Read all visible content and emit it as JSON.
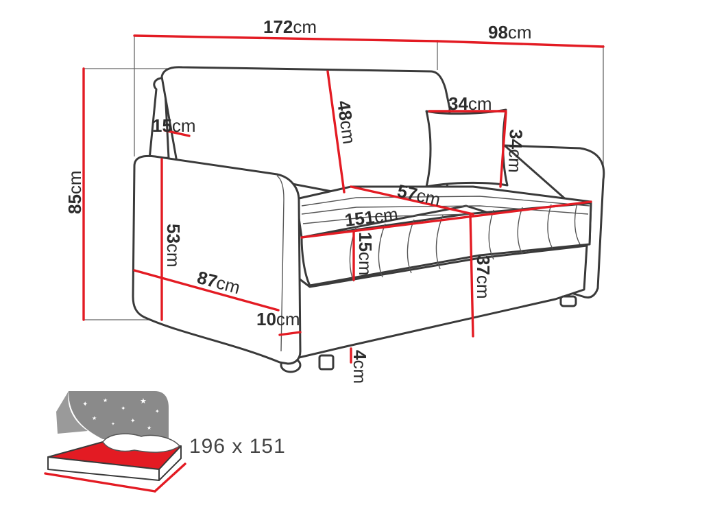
{
  "dimensions": {
    "width": {
      "value": "172",
      "unit": "cm"
    },
    "depth": {
      "value": "98",
      "unit": "cm"
    },
    "height": {
      "value": "85",
      "unit": "cm"
    },
    "backrest": {
      "value": "48",
      "unit": "cm"
    },
    "back_thick": {
      "value": "15",
      "unit": "cm"
    },
    "pillow_w": {
      "value": "34",
      "unit": "cm"
    },
    "pillow_h": {
      "value": "34",
      "unit": "cm"
    },
    "seat_depth": {
      "value": "57",
      "unit": "cm"
    },
    "seat_width": {
      "value": "151",
      "unit": "cm"
    },
    "seat_thick": {
      "value": "15",
      "unit": "cm"
    },
    "arm_height": {
      "value": "53",
      "unit": "cm"
    },
    "arm_depth": {
      "value": "87",
      "unit": "cm"
    },
    "arm_width": {
      "value": "10",
      "unit": "cm"
    },
    "seat_height": {
      "value": "37",
      "unit": "cm"
    },
    "leg_height": {
      "value": "4",
      "unit": "cm"
    }
  },
  "bed": {
    "size_label": "196 x 151",
    "accent_color": "#e31b23",
    "night_color": "#8a8a8a"
  },
  "colors": {
    "dimension_line": "#e31b23",
    "outline": "#3a3a3a"
  }
}
